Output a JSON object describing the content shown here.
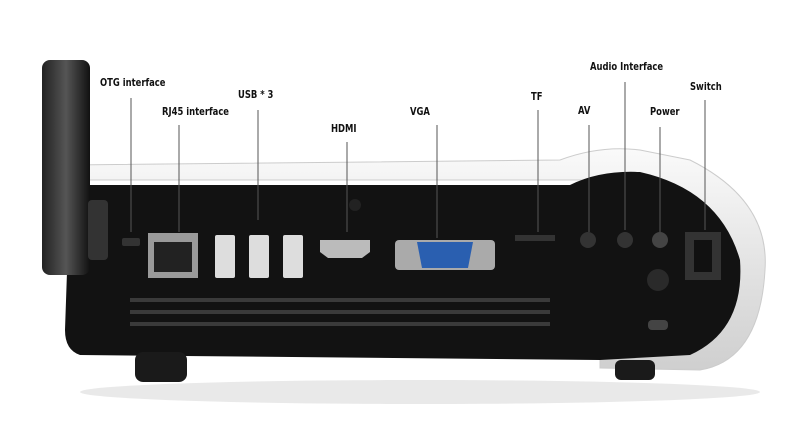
{
  "labels": {
    "otg": "OTG interface",
    "rj45": "RJ45 interface",
    "usb": "USB * 3",
    "hdmi": "HDMI",
    "vga": "VGA",
    "tf": "TF",
    "av": "AV",
    "audio": "Audio Interface",
    "power": "Power",
    "switch": "Switch"
  },
  "colors": {
    "body": "#111111",
    "shell": "#f4f4f4",
    "vga_port": "#2a5fb0",
    "label_text": "#111111"
  }
}
